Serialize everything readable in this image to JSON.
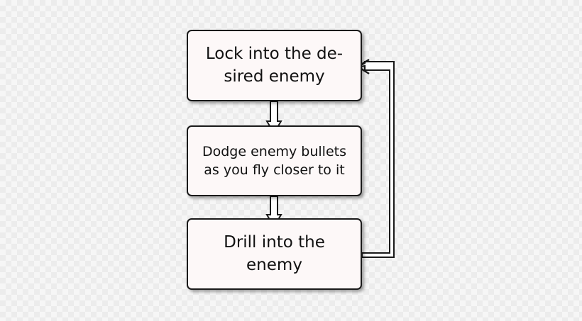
{
  "steps": [
    {
      "line1": "Lock into the de-",
      "line2": "sired enemy"
    },
    {
      "line1": "Dodge enemy bullets",
      "line2": "as you fly closer to it"
    },
    {
      "line1": "Drill into the",
      "line2": "enemy"
    }
  ],
  "colors": {
    "box_fill": "#fdf8f8",
    "box_border": "#1a1a1a",
    "arrow_outline": "#1a1a1a",
    "arrow_fill": "#ffffff"
  }
}
